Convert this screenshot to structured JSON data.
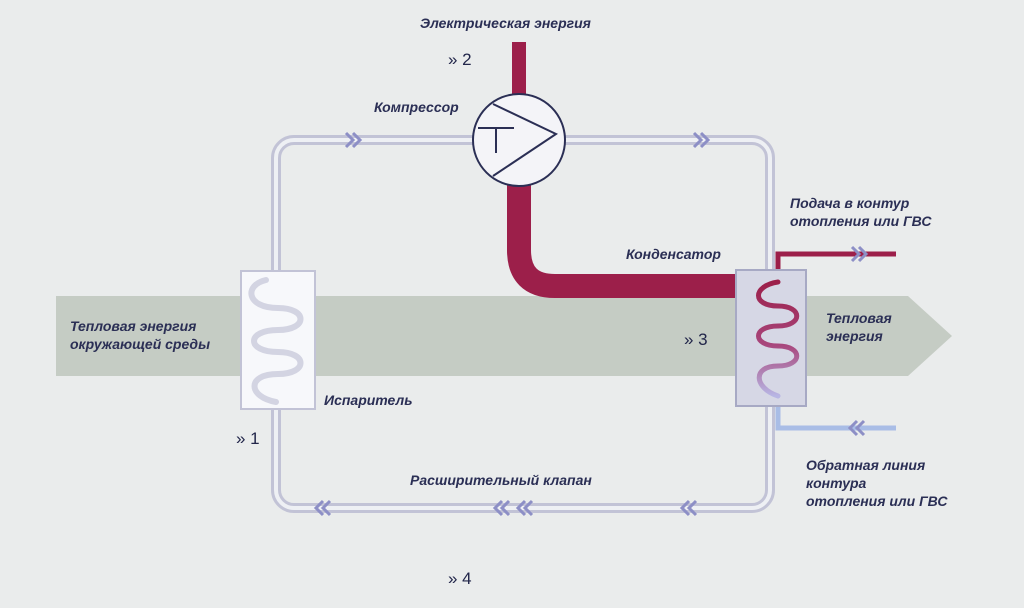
{
  "labels": {
    "electric_energy": "Электрическая энергия",
    "compressor": "Компрессор",
    "supply_line1": "Подача в контур",
    "supply_line2": "отопления или ГВС",
    "condenser": "Конденсатор",
    "heat_out_line1": "Тепловая",
    "heat_out_line2": "энергия",
    "ambient_line1": "Тепловая энергия",
    "ambient_line2": "окружающей среды",
    "evaporator": "Испаритель",
    "expansion_valve": "Расширительный клапан",
    "return_line1": "Обратная линия",
    "return_line2": "контура",
    "return_line3": "отопления или ГВС"
  },
  "steps": {
    "s1": "» 1",
    "s2": "» 2",
    "s3": "» 3",
    "s4": "» 4"
  },
  "colors": {
    "background": "#eaecec",
    "heat_band": "#c5ccc4",
    "refrigerant_loop": "#c2c3d6",
    "hot_pipe": "#9c1f4a",
    "cold_pipe": "#a9bde6",
    "flow_arrow": "#8d8fc6",
    "text": "#2b2f55"
  },
  "icons": [
    "flow-chevron-icon",
    "compressor-symbol-icon",
    "heat-coil-icon"
  ]
}
